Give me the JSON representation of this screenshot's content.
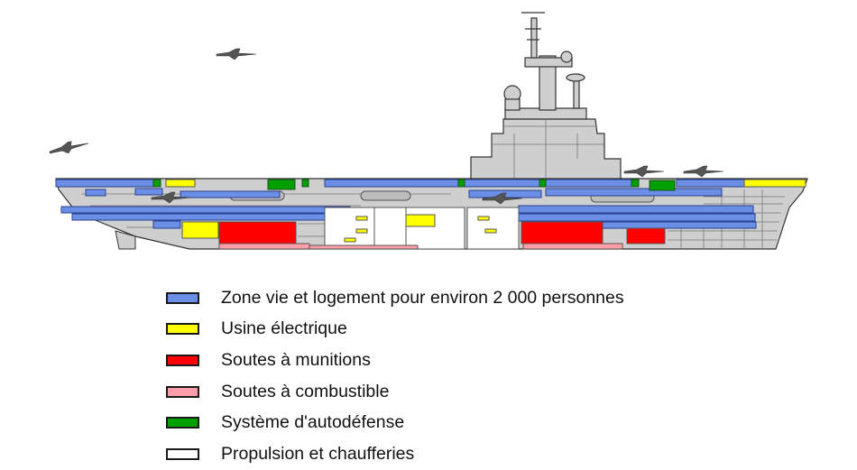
{
  "colors": {
    "hull": "#cfcfcf",
    "outline": "#333333",
    "aircraft": "#555555"
  },
  "legend": [
    {
      "label": "Zone vie et logement pour environ 2 000 personnes",
      "color": "#6b8fe6"
    },
    {
      "label": "Usine électrique",
      "color": "#ffff00"
    },
    {
      "label": "Soutes à munitions",
      "color": "#ff0000"
    },
    {
      "label": "Soutes à combustible",
      "color": "#ff9ea8"
    },
    {
      "label": "Système d'autodéfense",
      "color": "#00a000"
    },
    {
      "label": "Propulsion et chaufferies",
      "color": "#ffffff"
    }
  ]
}
